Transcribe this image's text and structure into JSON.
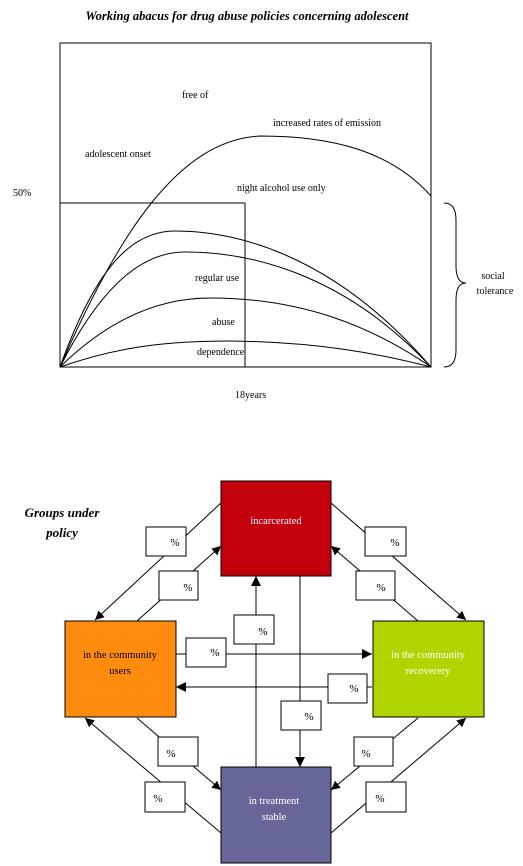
{
  "abacus": {
    "title": "Working abacus for drug abuse policies concerning adolescent",
    "y_marker": "50%",
    "x_label": "18years",
    "curve_labels": {
      "free_of": "free of",
      "increased_rates": "increased rates of emission",
      "adolescent_onset": "adolescent onset",
      "night_alcohol": "night alcohol use only",
      "regular_use": "regular use",
      "abuse": "abuse",
      "dependence": "dependence"
    },
    "brace_label": {
      "line1": "social",
      "line2": "tolerance"
    }
  },
  "groups": {
    "title_line1": "Groups under",
    "title_line2": "policy",
    "boxes": {
      "incarcerated": {
        "label": "incarcerated",
        "color": "#c4000c"
      },
      "users": {
        "line1": "in the community",
        "line2": "users",
        "color": "#ff8c0f"
      },
      "recovery": {
        "line1": "in the community",
        "line2": "recoverery",
        "color": "#b0d400"
      },
      "treatment": {
        "line1": "in treatment",
        "line2": "stable",
        "color": "#666699"
      }
    },
    "percent": "%"
  }
}
